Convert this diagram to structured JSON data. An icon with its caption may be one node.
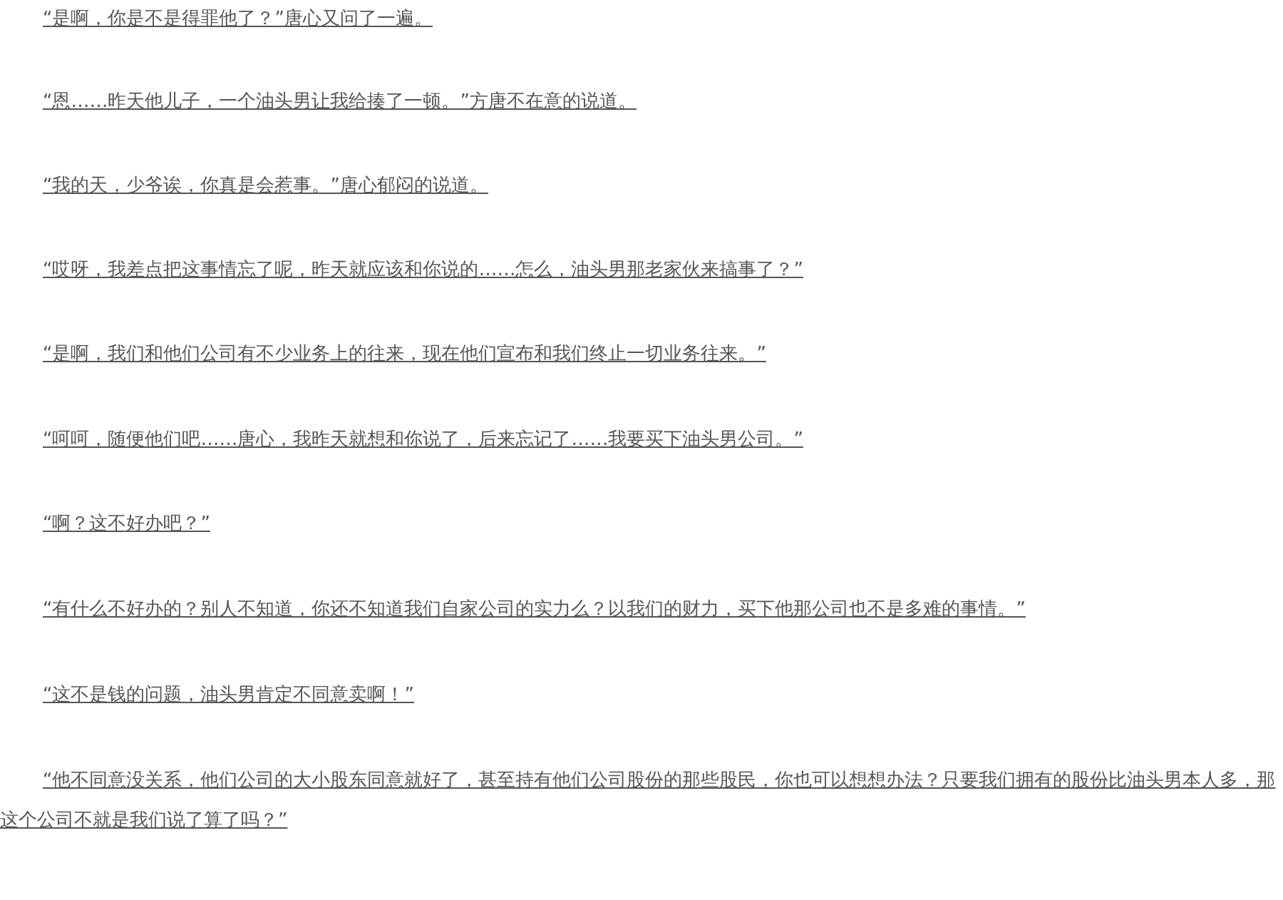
{
  "diagram": {
    "labels": [
      "“是啊，你是不是得罪他了？”唐心又问了一遍。",
      "“恩……昨天他儿子，一个油头男让我给揍了一顿。”方唐不在意的说道。",
      "“我的天，少爷诶，你真是会惹事。”唐心郁闷的说道。",
      "“哎呀，我差点把这事情忘了呢，昨天就应该和你说的……怎么，油头男那老家伙来搞事了？”",
      "“是啊，我们和他们公司有不少业务上的往来，现在他们宣布和我们终止一切业务往来。”",
      "“呵呵，随便他们吧……唐心，我昨天就想和你说了，后来忘记了……我要买下油头男公司。”",
      "“啊？这不好办吧？”",
      "“有什么不好办的？别人不知道，你还不知道我们自家公司的实力么？以我们的财力，买下他那公司也不是多难的事情。”",
      "“这不是钱的问题，油头男肯定不同意卖啊！”",
      "“他不同意没关系，他们公司的大小股东同意就好了，甚至持有他们公司股份的那些股民，你也可以想想办法？只要我们拥有的股份比油头男本人多，那这个公司不就是我们说了算了吗？”"
    ]
  }
}
